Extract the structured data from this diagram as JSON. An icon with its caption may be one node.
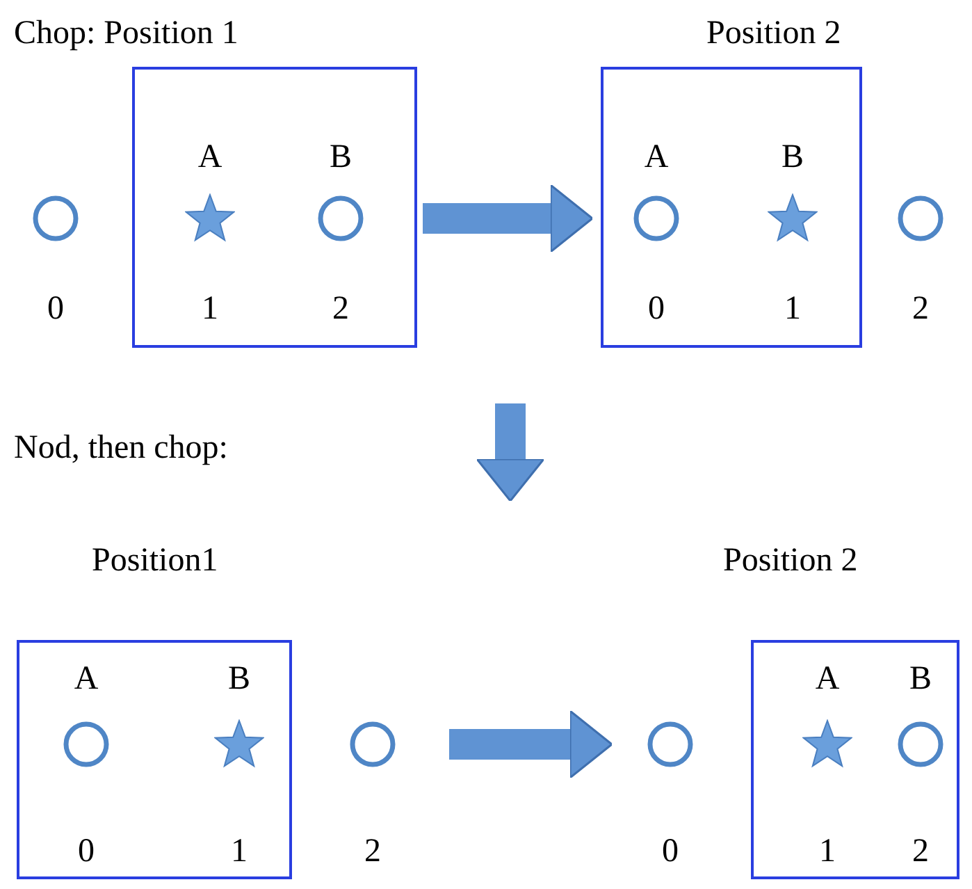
{
  "diagram": {
    "nodes": [
      {
        "text": [],
        "shape": "circle",
        "beside": [
          "0"
        ]
      },
      {
        "text": [],
        "shape": "box"
      },
      {
        "text": [],
        "shape": "star",
        "in": 1,
        "beside": [
          "A",
          "1"
        ]
      },
      {
        "text": [],
        "shape": "circle",
        "in": 1,
        "beside": [
          "B",
          "2"
        ]
      },
      {
        "text": [],
        "shape": "box"
      },
      {
        "text": [],
        "shape": "circle",
        "in": 4,
        "beside": [
          "A",
          "0"
        ]
      },
      {
        "text": [],
        "shape": "star",
        "in": 4,
        "beside": [
          "B",
          "1"
        ]
      },
      {
        "text": [],
        "shape": "circle",
        "beside": [
          "2"
        ]
      },
      {
        "text": [],
        "shape": "box"
      },
      {
        "text": [],
        "shape": "circle",
        "in": 8,
        "beside": [
          "A",
          "0"
        ]
      },
      {
        "text": [],
        "shape": "star",
        "in": 8,
        "beside": [
          "B",
          "1"
        ]
      },
      {
        "text": [],
        "shape": "circle",
        "beside": [
          "2"
        ]
      },
      {
        "text": [],
        "shape": "circle",
        "beside": [
          "0"
        ]
      },
      {
        "text": [],
        "shape": "box"
      },
      {
        "text": [],
        "shape": "star",
        "in": 13,
        "beside": [
          "A",
          "1"
        ]
      },
      {
        "text": [],
        "shape": "circle",
        "in": 13,
        "beside": [
          "B",
          "2"
        ]
      }
    ],
    "edges": [
      {
        "from": 1,
        "to": 4,
        "arrow": "to"
      },
      {
        "from": 11,
        "to": 12,
        "arrow": "to"
      }
    ],
    "labels": [
      "Chop: Position 1",
      "Position 2",
      "Nod, then chop:",
      "Position1",
      "Position 2"
    ]
  }
}
